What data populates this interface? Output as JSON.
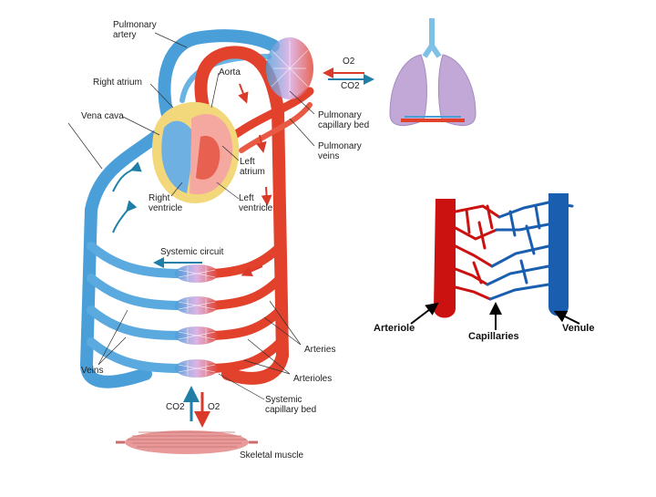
{
  "labels": {
    "pulmonary_artery_1": "Pulmonary",
    "pulmonary_artery_2": "artery",
    "right_atrium": "Right atrium",
    "aorta": "Aorta",
    "vena_cava": "Vena cava",
    "pulmonary_capillary_bed_1": "Pulmonary",
    "pulmonary_capillary_bed_2": "capillary bed",
    "pulmonary_veins_1": "Pulmonary",
    "pulmonary_veins_2": "veins",
    "left_atrium_1": "Left",
    "left_atrium_2": "atrium",
    "right_ventricle_1": "Right",
    "right_ventricle_2": "ventricle",
    "left_ventricle_1": "Left",
    "left_ventricle_2": "ventricle",
    "systemic_circuit": "Systemic circuit",
    "arteries": "Arteries",
    "veins": "Veins",
    "arterioles": "Arterioles",
    "systemic_capillary_bed_1": "Systemic",
    "systemic_capillary_bed_2": "capillary bed",
    "skeletal_muscle": "Skeletal muscle"
  },
  "gas": {
    "lung_o2": "O2",
    "lung_co2": "CO2",
    "muscle_co2": "CO2",
    "muscle_o2": "O2"
  },
  "inset": {
    "arteriole": "Arteriole",
    "capillaries": "Capillaries",
    "venule": "Venule"
  },
  "colors": {
    "oxygenated": "#e2412c",
    "deoxygenated": "#4a9fd9",
    "capillary": "#b9a0d6",
    "heart": "#f4b8b0",
    "pericardium": "#f2d87a",
    "lung": "#c2a8d6",
    "muscle": "#e89a9a",
    "inset_red": "#cc1111",
    "inset_blue": "#1a5faf"
  }
}
